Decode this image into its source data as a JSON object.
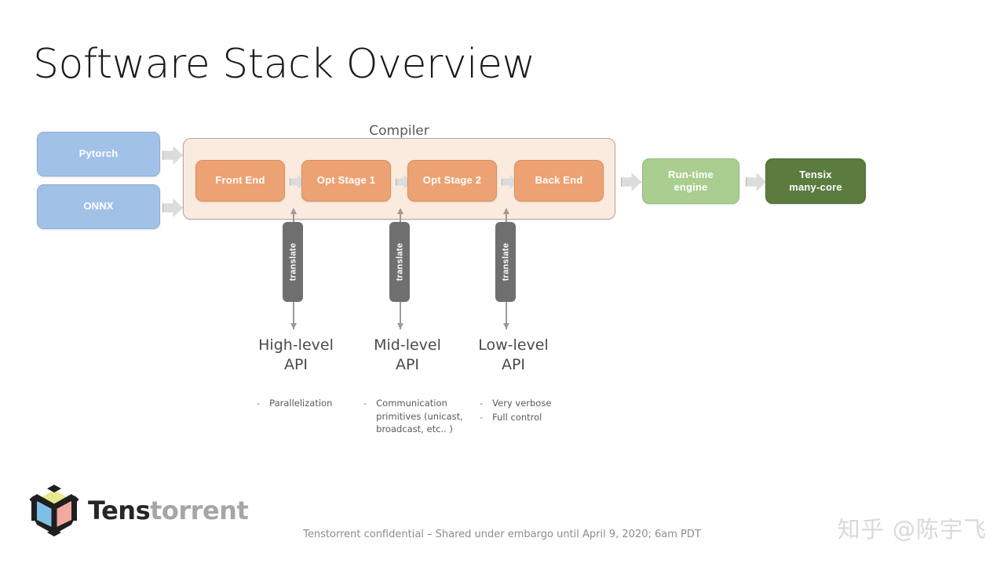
{
  "slide": {
    "title": "Software Stack Overview",
    "footer_note": "Tenstorrent confidential – Shared under embargo until April 9, 2020; 6am PDT",
    "watermark": "知乎 @陈宇飞"
  },
  "colors": {
    "background": "#ffffff",
    "frontend_blue": "#a2c1e7",
    "compiler_stage_orange": "#eda273",
    "compiler_container_fill": "#fbeade",
    "compiler_container_border": "#b6a79c",
    "runtime_green_light": "#aacd90",
    "tensix_green_dark": "#5c7c3f",
    "translate_gray": "#6f6f6f",
    "arrow_gray": "#dcdcdc",
    "title_text": "#1a1a1a",
    "body_text": "#4a4a4a",
    "muted_text": "#8c8c8c",
    "watermark": "#d9d9d9"
  },
  "inputs": {
    "nodes": [
      {
        "label": "Pytorch"
      },
      {
        "label": "ONNX"
      }
    ]
  },
  "compiler": {
    "label": "Compiler",
    "stages": [
      {
        "label": "Front End"
      },
      {
        "label": "Opt Stage 1"
      },
      {
        "label": "Opt Stage 2"
      },
      {
        "label": "Back End"
      }
    ]
  },
  "backend": {
    "runtime": {
      "line1": "Run-time",
      "line2": "engine"
    },
    "hardware": {
      "line1": "Tensix",
      "line2": "many-core"
    }
  },
  "translate": {
    "label": "translate",
    "instances": [
      {
        "label": "translate"
      },
      {
        "label": "translate"
      },
      {
        "label": "translate"
      }
    ]
  },
  "apis": [
    {
      "line1": "High-level",
      "line2": "API",
      "bullets": [
        "Parallelization"
      ]
    },
    {
      "line1": "Mid-level",
      "line2": "API",
      "bullets": [
        "Communication primitives (unicast, broadcast, etc.. )"
      ]
    },
    {
      "line1": "Low-level",
      "line2": "API",
      "bullets": [
        "Very verbose",
        "Full control"
      ]
    }
  ],
  "bullet_marker": "-",
  "logo": {
    "text_dark": "Tens",
    "text_gray": "torrent",
    "mark_name": "tenstorrent-cube-logo",
    "cube_colors": {
      "top": "#e6ea8c",
      "left": "#7cc0e8",
      "right": "#f2a9a0",
      "outline": "#1f1f1f"
    }
  }
}
